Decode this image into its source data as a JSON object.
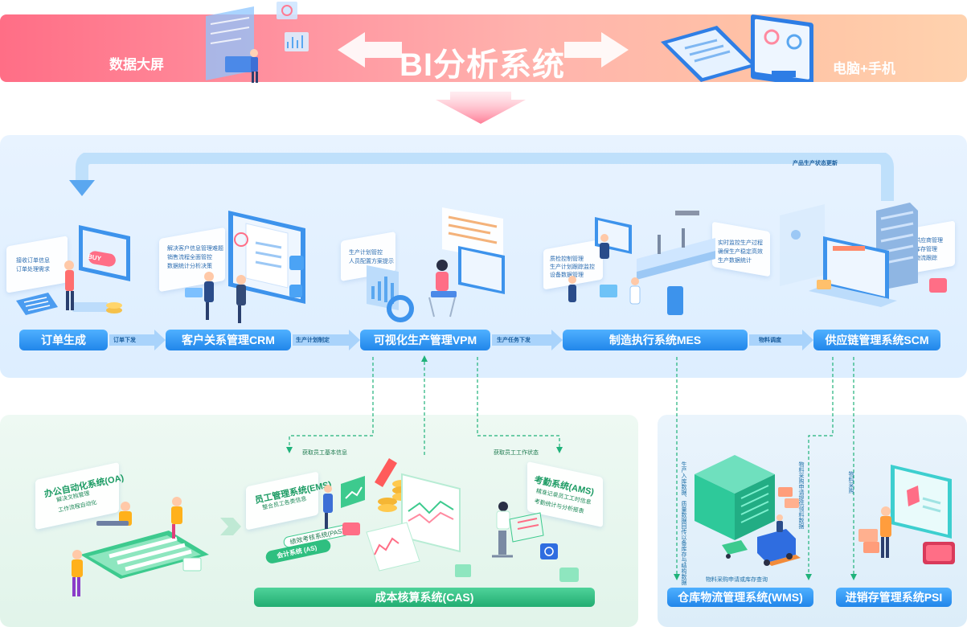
{
  "banner": {
    "left_label": "数据大屏",
    "title": "BI分析系统",
    "right_label": "电脑+手机"
  },
  "top_feedback_label": "产品生产状态更新",
  "nodes": {
    "order": "订单生成",
    "crm": "客户关系管理CRM",
    "vpm": "可视化生产管理VPM",
    "mes": "制造执行系统MES",
    "scm": "供应链管理系统SCM",
    "cas": "成本核算系统(CAS)",
    "wms": "仓库物流管理系统(WMS)",
    "psi": "进销存管理系统PSI"
  },
  "flow_labels": {
    "order_to_crm": "订单下发",
    "crm_to_vpm": "生产计划制定",
    "vpm_to_mes": "生产任务下发",
    "mes_to_scm": "物料调度"
  },
  "annotations": {
    "order_card": [
      "接收订单信息",
      "订单处理需求"
    ],
    "buy_text": "BUY",
    "crm_card": [
      "解决客户信息管理难题",
      "销售流程全面管控",
      "数据统计分析决策"
    ],
    "vpm_card": [
      "生产计划管控",
      "人员配置方案提示"
    ],
    "mes_card": [
      "质检控制管理",
      "生产计划跟踪监控",
      "设备数据管理"
    ],
    "mes_card2": [
      "实时监控生产过程",
      "确保生产稳定高效",
      "生产数据统计"
    ],
    "scm_card": [
      "供应商管理",
      "库存管理",
      "物流跟踪"
    ],
    "get_staff_info": "获取员工基本信息",
    "get_staff_status": "获取员工工作状态",
    "oa_title": "办公自动化系统(OA)",
    "oa_lines": [
      "解决文档管理",
      "工作流程自动化"
    ],
    "ems_title": "员工管理系统(EMS)",
    "ems_lines": [
      "整合员工各类信息"
    ],
    "pas_label": "绩效考核系统(PAS)",
    "as_label": "会计系统 (AS)",
    "ams_title": "考勤系统(AMS)",
    "ams_lines": [
      "精准记录员工工时信息",
      "考勤统计与分析报表"
    ],
    "mes_to_wms": "生产入库数据、质量数据回传以备库存与结构数据",
    "scm_to_wms": "物料采购申请提供领料数据",
    "scm_to_psi": "物料采购",
    "wms_bottom": "物料采购申请或库存查询"
  },
  "colors": {
    "primary_blue": "#2186ea",
    "primary_green": "#22ad72",
    "banner_pink": "#ff6e86",
    "banner_peach": "#ffd2ae",
    "flow_blue": "#6fb6f7",
    "dashed_green": "#1fb27a"
  }
}
